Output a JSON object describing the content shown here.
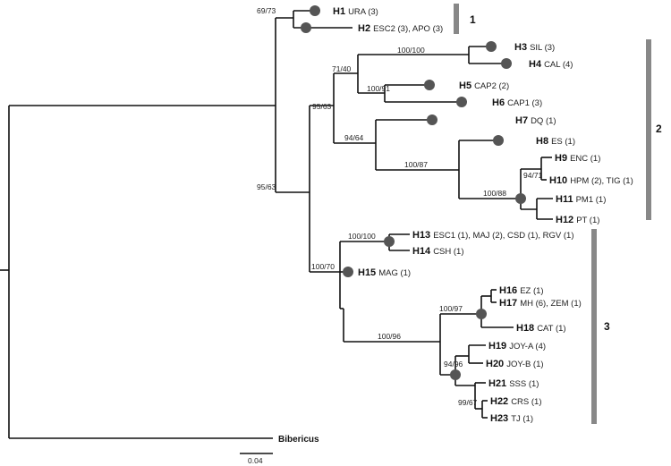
{
  "tips": [
    {
      "id": "H1",
      "pops": "URA (3)"
    },
    {
      "id": "H2",
      "pops": "ESC2 (3), APO (3)"
    },
    {
      "id": "H3",
      "pops": "SIL (3)"
    },
    {
      "id": "H4",
      "pops": "CAL (4)"
    },
    {
      "id": "H5",
      "pops": "CAP2 (2)"
    },
    {
      "id": "H6",
      "pops": "CAP1 (3)"
    },
    {
      "id": "H7",
      "pops": "DQ (1)"
    },
    {
      "id": "H8",
      "pops": "ES (1)"
    },
    {
      "id": "H9",
      "pops": "ENC (1)"
    },
    {
      "id": "H10",
      "pops": "HPM (2), TIG (1)"
    },
    {
      "id": "H11",
      "pops": "PM1 (1)"
    },
    {
      "id": "H12",
      "pops": "PT (1)"
    },
    {
      "id": "H13",
      "pops": "ESC1 (1), MAJ (2), CSD (1), RGV (1)"
    },
    {
      "id": "H14",
      "pops": "CSH (1)"
    },
    {
      "id": "H15",
      "pops": "MAG (1)"
    },
    {
      "id": "H16",
      "pops": "EZ (1)"
    },
    {
      "id": "H17",
      "pops": "MH (6), ZEM (1)"
    },
    {
      "id": "H18",
      "pops": "CAT (1)"
    },
    {
      "id": "H19",
      "pops": "JOY-A (4)"
    },
    {
      "id": "H20",
      "pops": "JOY-B (1)"
    },
    {
      "id": "H21",
      "pops": "SSS (1)"
    },
    {
      "id": "H22",
      "pops": "CRS (1)"
    },
    {
      "id": "H23",
      "pops": "TJ (1)"
    }
  ],
  "outgroup": "Bibericus",
  "support": {
    "g1": "69/73",
    "root_ingroup": "95/63",
    "g2": "95/63",
    "h3h6": "71/40",
    "h3h4": "100/100",
    "h5h6": "100/91",
    "h7h12": "94/64",
    "h8h12": "100/87",
    "h9h10": "94/71",
    "h9h12": "100/88",
    "g3": "100/70",
    "h13h14": "100/100",
    "h16h23": "100/96",
    "h16h18": "100/97",
    "h19h23": "94/96",
    "h21h23": "99/67"
  },
  "groups": [
    {
      "label": "1"
    },
    {
      "label": "2"
    },
    {
      "label": "3"
    }
  ],
  "scale_label": "0.04"
}
